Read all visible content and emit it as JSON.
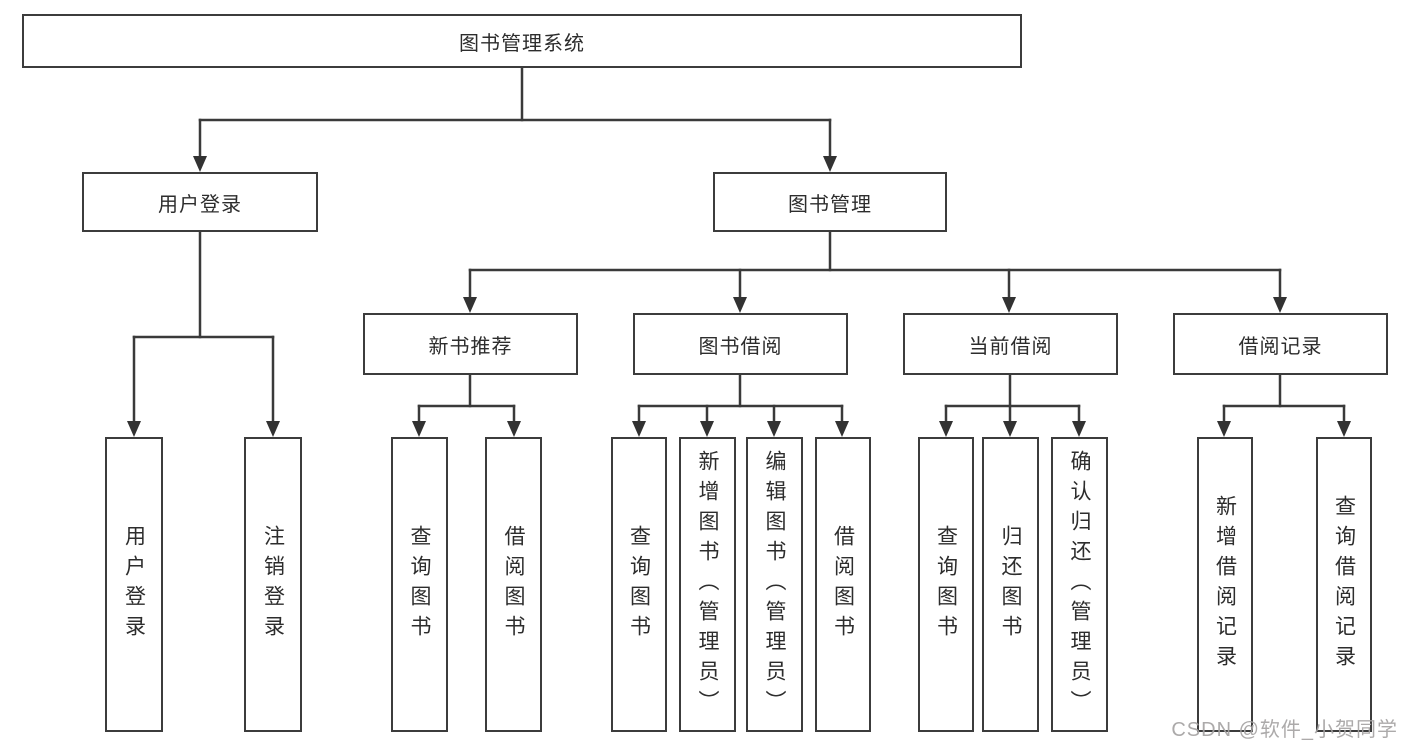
{
  "diagram": {
    "root": "图书管理系统",
    "level2": [
      "用户登录",
      "图书管理"
    ],
    "level3": [
      "新书推荐",
      "图书借阅",
      "当前借阅",
      "借阅记录"
    ],
    "leaves": {
      "user_login": [
        "用户登录",
        "注销登录"
      ],
      "new_book_recommend": [
        "查询图书",
        "借阅图书"
      ],
      "book_borrow": [
        "查询图书",
        "新增图书（管理员）",
        "编辑图书（管理员）",
        "借阅图书"
      ],
      "current_borrow": [
        "查询图书",
        "归还图书",
        "确认归还（管理员）"
      ],
      "borrow_records": [
        "新增借阅记录",
        "查询借阅记录"
      ]
    }
  },
  "watermark": "CSDN @软件_小贺同学",
  "colors": {
    "line": "#3a3a3a",
    "box_border": "#3c3c3c",
    "text": "#2d2d2d",
    "watermark": "#a5a3a3",
    "background": "#ffffff"
  }
}
